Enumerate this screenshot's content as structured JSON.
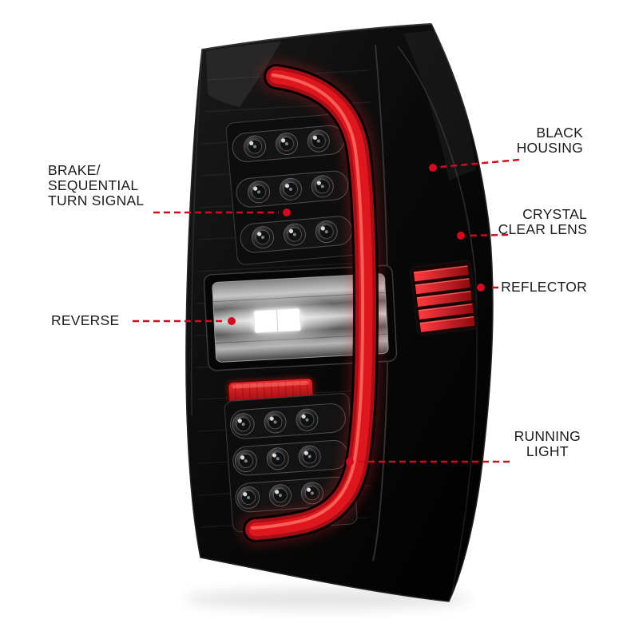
{
  "colors": {
    "background": "#ffffff",
    "annotation": "#d40a20",
    "label_text": "#1c1c1c",
    "light_bar": "#e0161f"
  },
  "annotations": {
    "brake": {
      "label": "BRAKE/\nSEQUENTIAL\nTURN SIGNAL"
    },
    "reverse": {
      "label": "REVERSE"
    },
    "black_housing": {
      "label": "BLACK\nHOUSING"
    },
    "crystal_clear_lens": {
      "label": "CRYSTAL\nCLEAR LENS"
    },
    "reflector": {
      "label": "REFLECTOR"
    },
    "running_light": {
      "label": "RUNNING\nLIGHT"
    }
  }
}
